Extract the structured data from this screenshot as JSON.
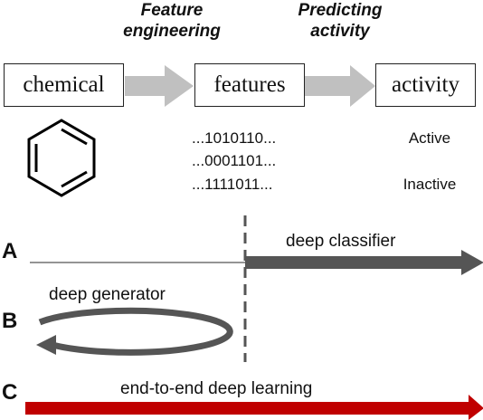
{
  "headers": {
    "feature_engineering": [
      "Feature",
      "engineering"
    ],
    "predicting_activity": [
      "Predicting",
      "activity"
    ]
  },
  "boxes": {
    "chemical": "chemical",
    "features": "features",
    "activity": "activity"
  },
  "bit_strings": [
    "...1010110...",
    "...0001101...",
    "...1111011..."
  ],
  "activity_labels": [
    "Active",
    "Inactive"
  ],
  "rows": {
    "a": {
      "letter": "A",
      "label": "deep classifier"
    },
    "b": {
      "letter": "B",
      "label": "deep generator"
    },
    "c": {
      "letter": "C",
      "label": "end-to-end deep learning"
    }
  },
  "colors": {
    "flow_arrow": "#c0c0c0",
    "dark_arrow": "#555555",
    "red_arrow": "#c00000"
  }
}
